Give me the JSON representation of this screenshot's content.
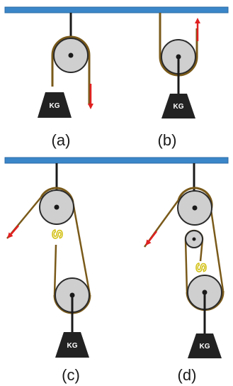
{
  "colors": {
    "ceiling": "#3a86c8",
    "ceiling_edge": "#2a6aa6",
    "rope": "#7a5a1a",
    "pulley_fill": "#cfcfcf",
    "pulley_edge": "#2b2b2b",
    "axle": "#1a1a1a",
    "weight": "#222222",
    "arrow": "#e02020",
    "hook": "#d4c21a"
  },
  "panels": [
    {
      "id": "a",
      "label": "(a)",
      "weight_label": "KG",
      "arrow": "down"
    },
    {
      "id": "b",
      "label": "(b)",
      "weight_label": "KG",
      "arrow": "up"
    },
    {
      "id": "c",
      "label": "(c)",
      "weight_label": "KG",
      "arrow": "down-left"
    },
    {
      "id": "d",
      "label": "(d)",
      "weight_label": "KG",
      "arrow": "down-left"
    }
  ],
  "icons": {
    "pulley": "pulley-icon",
    "weight": "weight-icon",
    "hook": "hook-icon",
    "arrow": "force-arrow-icon"
  }
}
